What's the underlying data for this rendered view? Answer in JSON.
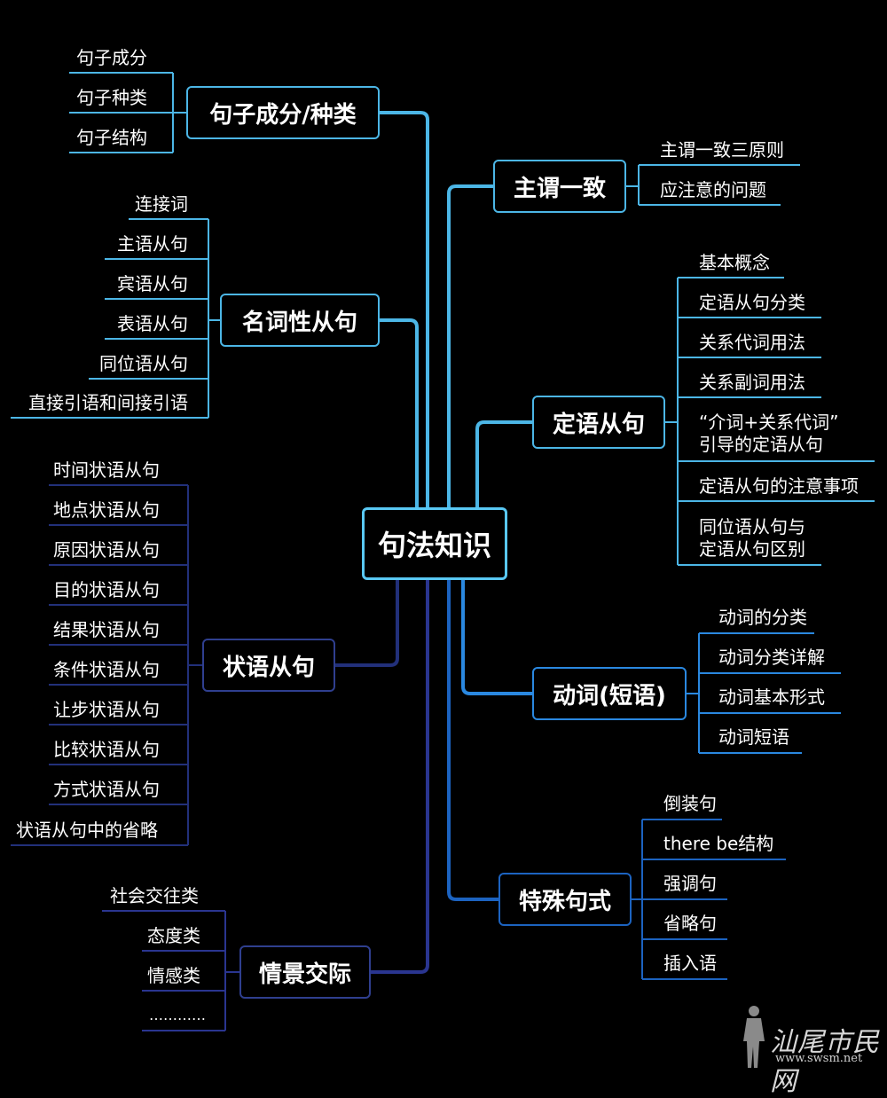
{
  "center": "句法知识",
  "left_topics": [
    {
      "label": "句子成分/种类",
      "items": [
        "句子成分",
        "句子种类",
        "句子结构"
      ]
    },
    {
      "label": "名词性从句",
      "items": [
        "连接词",
        "主语从句",
        "宾语从句",
        "表语从句",
        "同位语从句",
        "直接引语和间接引语"
      ]
    },
    {
      "label": "状语从句",
      "items": [
        "时间状语从句",
        "地点状语从句",
        "原因状语从句",
        "目的状语从句",
        "结果状语从句",
        "条件状语从句",
        "让步状语从句",
        "比较状语从句",
        "方式状语从句",
        "状语从句中的省略"
      ]
    },
    {
      "label": "情景交际",
      "items": [
        "社会交往类",
        "态度类",
        "情感类",
        "…………"
      ]
    }
  ],
  "right_topics": [
    {
      "label": "主谓一致",
      "items": [
        "主谓一致三原则",
        "应注意的问题"
      ]
    },
    {
      "label": "定语从句",
      "items": [
        "基本概念",
        "定语从句分类",
        "关系代词用法",
        "关系副词用法",
        "“介词+关系代词”\n引导的定语从句",
        "定语从句的注意事项",
        "同位语从句与\n定语从句区别"
      ]
    },
    {
      "label": "动词(短语)",
      "items": [
        "动词的分类",
        "动词分类详解",
        "动词基本形式",
        "动词短语"
      ]
    },
    {
      "label": "特殊句式",
      "items": [
        "倒装句",
        "there be结构",
        "强调句",
        "省略句",
        "插入语"
      ]
    }
  ],
  "watermark": {
    "text": "汕尾市民网",
    "url": "www.swsm.net"
  },
  "colors": {
    "bright": "#4cb6e6",
    "mid": "#2a78c8",
    "dark": "#2f3f8f",
    "background": "#000000"
  }
}
